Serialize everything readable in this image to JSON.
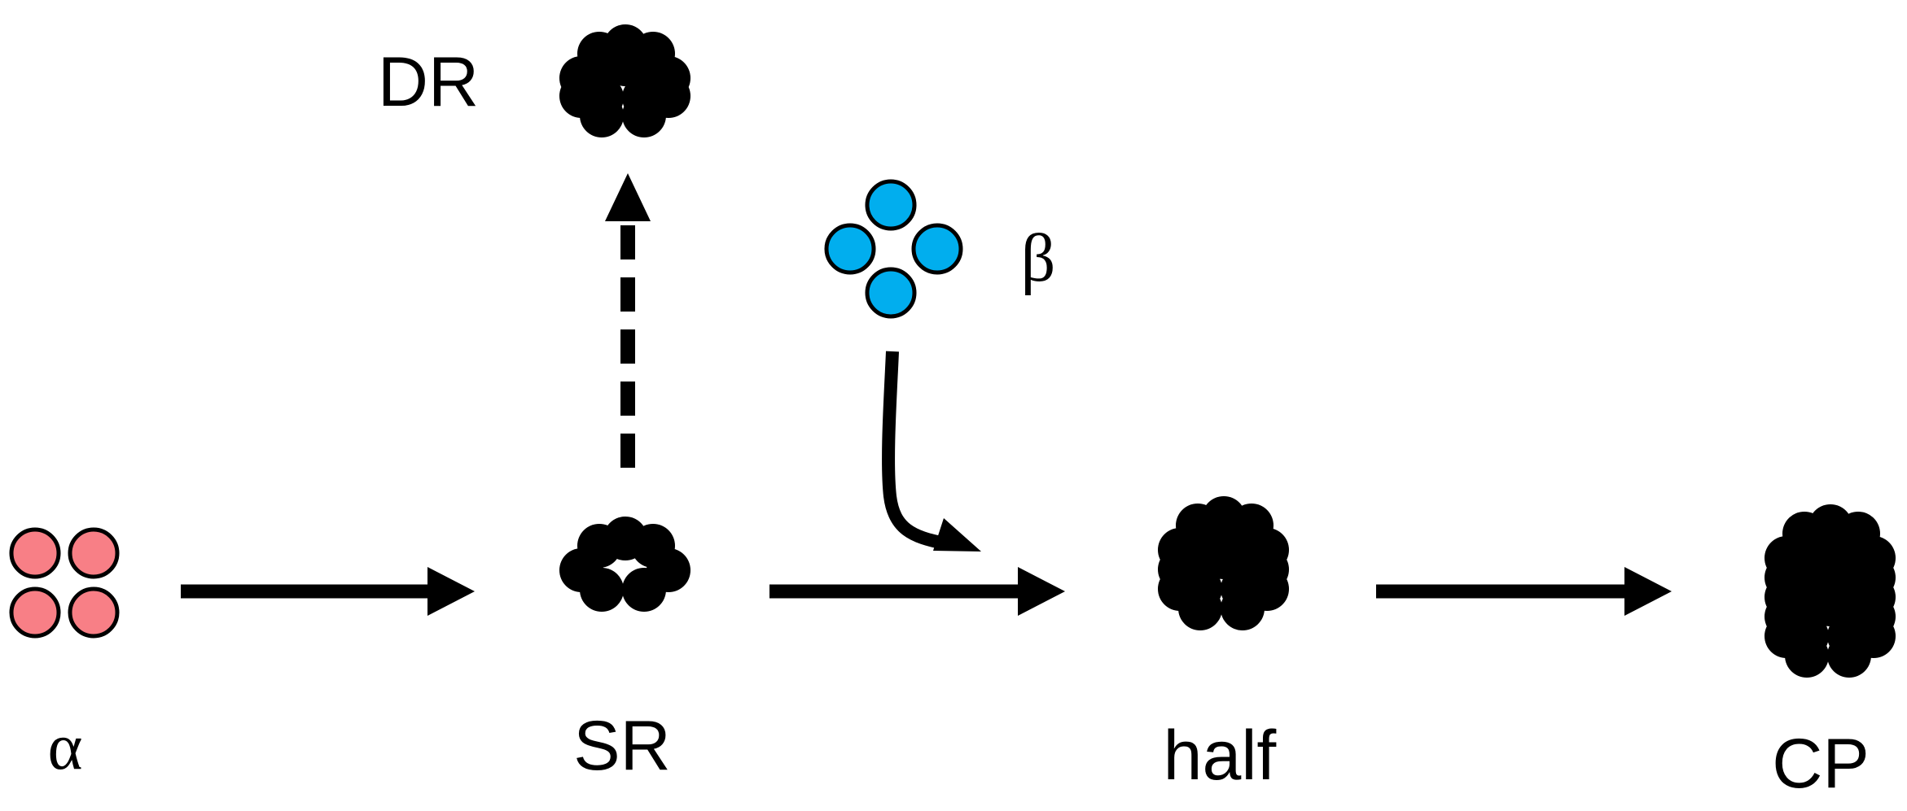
{
  "colors": {
    "alpha": "#F87F86",
    "beta": "#01AEEE",
    "outline": "#000000",
    "arrow": "#000000"
  },
  "labels": {
    "alpha": "α",
    "sr": "SR",
    "dr": "DR",
    "beta": "β",
    "half": "half",
    "cp": "CP"
  }
}
